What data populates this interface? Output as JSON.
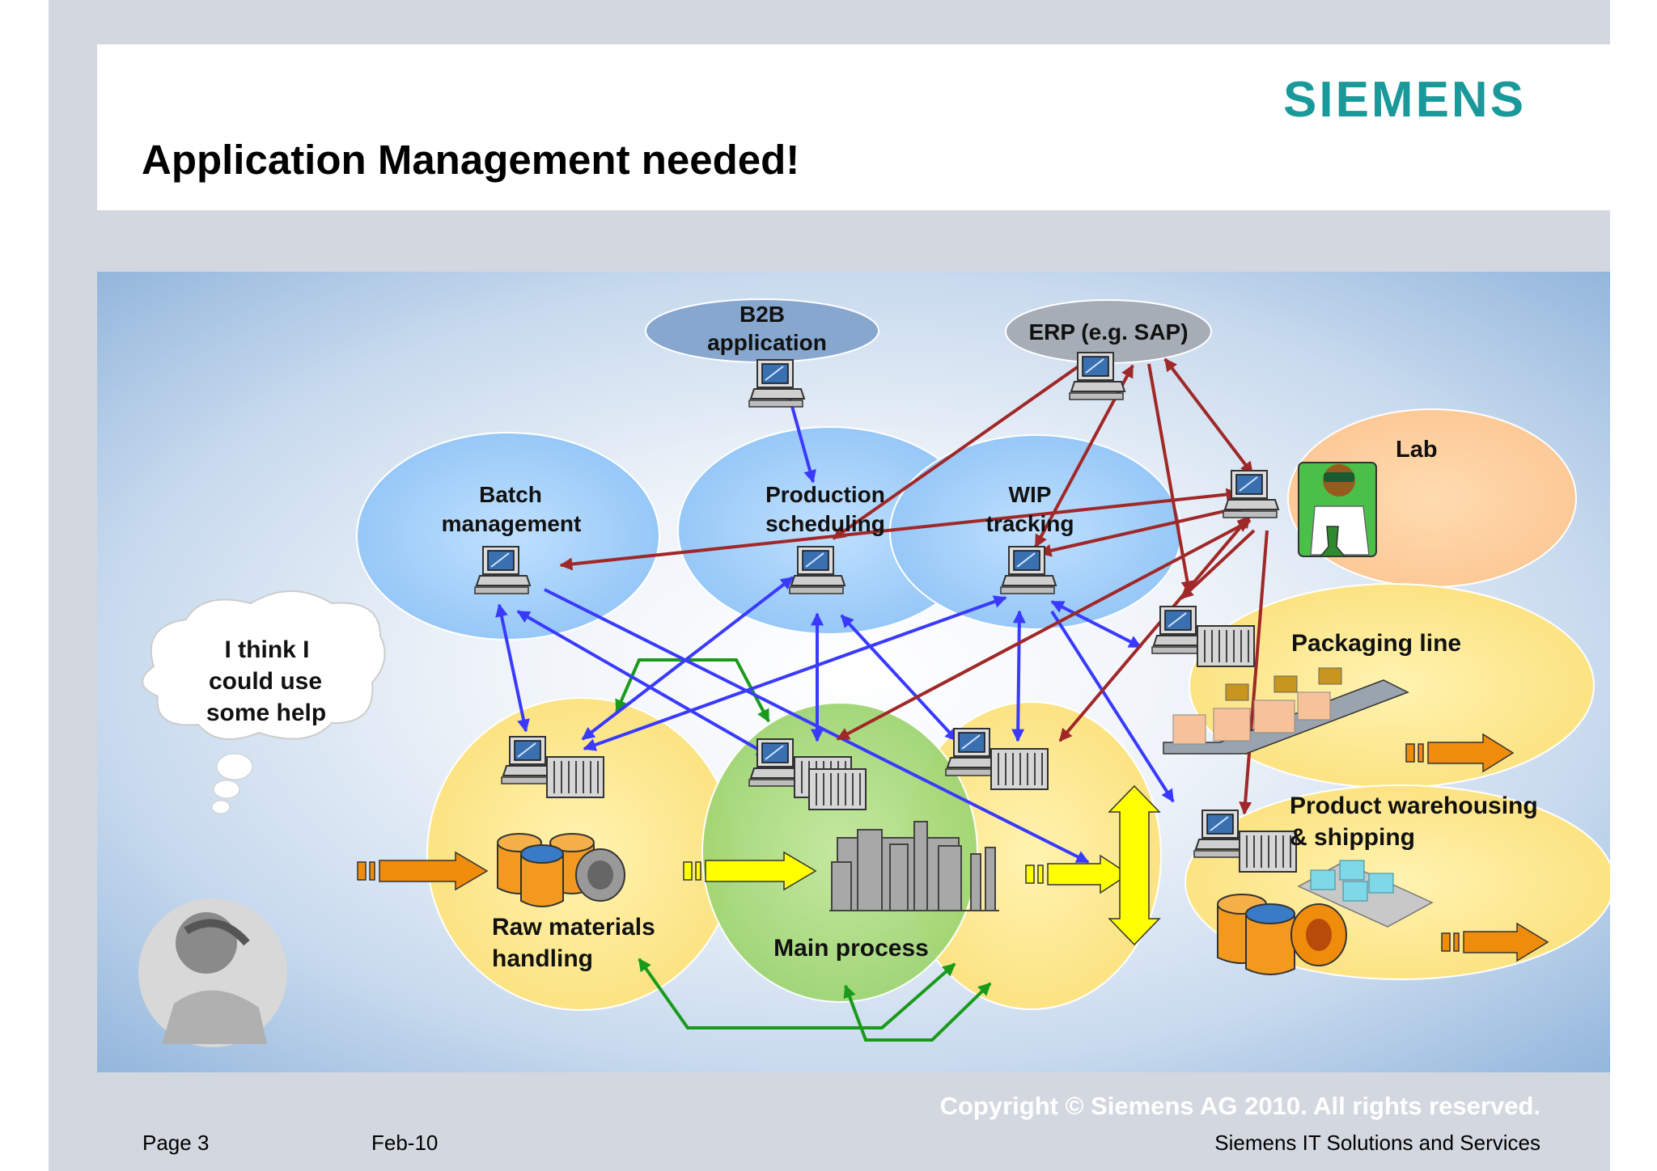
{
  "header": {
    "logo": "SIEMENS",
    "title": "Application Management needed!"
  },
  "diagram": {
    "nodes": {
      "b2b": [
        "B2B",
        "application"
      ],
      "erp": "ERP (e.g. SAP)",
      "batch": [
        "Batch",
        "management"
      ],
      "production": [
        "Production",
        "scheduling"
      ],
      "wip": [
        "WIP",
        "tracking"
      ],
      "lab": "Lab",
      "packaging": "Packaging line",
      "warehousing": [
        "Product warehousing",
        "& shipping"
      ],
      "raw": [
        "Raw materials",
        "handling"
      ],
      "main": "Main process"
    },
    "thought_bubble": [
      "I think I",
      "could use",
      "some help"
    ]
  },
  "footer": {
    "copyright": "Copyright © Siemens AG 2010. All rights reserved.",
    "page": "Page 3",
    "date": "Feb-10",
    "company": "Siemens IT Solutions and Services"
  },
  "colors": {
    "brand": "#19999a",
    "blue_link": "#3a3aff",
    "red_link": "#a02828",
    "green_link": "#1a9a1a",
    "orange_arrow": "#f08c0c",
    "yellow_arrow": "#ffff00"
  }
}
